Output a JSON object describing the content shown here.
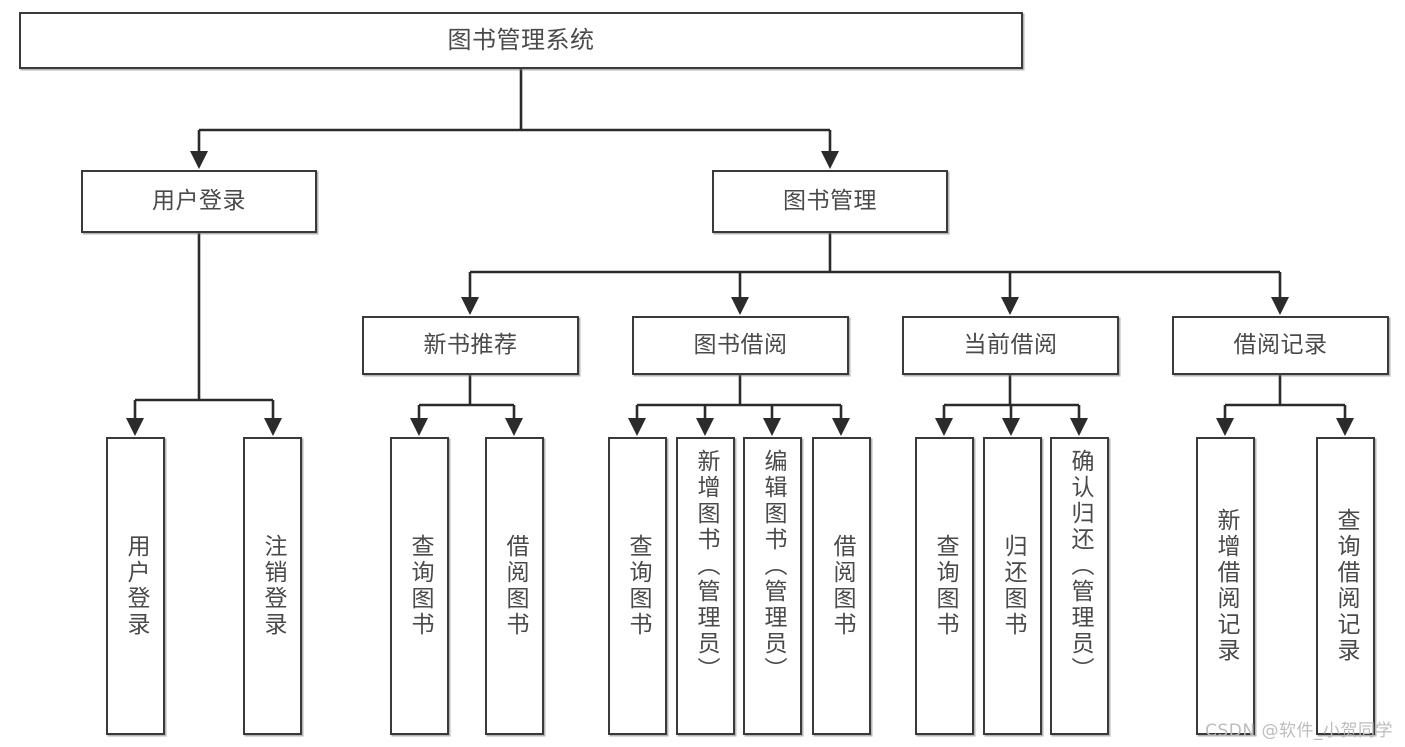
{
  "diagram": {
    "title": "图书管理系统",
    "type": "tree-hierarchy-chart",
    "colors": {
      "node_border": "#3a3a3a",
      "node_fill": "#ffffff",
      "text": "#4a4a4a",
      "edge": "#2b2b2b",
      "watermark": "#bdbdbd"
    },
    "root": {
      "label": "图书管理系统"
    },
    "level2": [
      {
        "id": "user-login",
        "label": "用户登录"
      },
      {
        "id": "book-manage",
        "label": "图书管理"
      }
    ],
    "level3": [
      {
        "id": "new-book-recommend",
        "label": "新书推荐"
      },
      {
        "id": "book-borrow",
        "label": "图书借阅"
      },
      {
        "id": "current-borrow",
        "label": "当前借阅"
      },
      {
        "id": "borrow-record",
        "label": "借阅记录"
      }
    ],
    "leaves": {
      "user_login": [
        {
          "id": "leaf-user-login",
          "label": "用户登录"
        },
        {
          "id": "leaf-logout-login",
          "label": "注销登录"
        }
      ],
      "new_book_recommend": [
        {
          "id": "leaf-query-book-1",
          "label": "查询图书"
        },
        {
          "id": "leaf-borrow-book-1",
          "label": "借阅图书"
        }
      ],
      "book_borrow": [
        {
          "id": "leaf-query-book-2",
          "label": "查询图书"
        },
        {
          "id": "leaf-add-book",
          "label": "新增图书（管理员）"
        },
        {
          "id": "leaf-edit-book",
          "label": "编辑图书（管理员）"
        },
        {
          "id": "leaf-borrow-book-2",
          "label": "借阅图书"
        }
      ],
      "current_borrow": [
        {
          "id": "leaf-query-book-3",
          "label": "查询图书"
        },
        {
          "id": "leaf-return-book",
          "label": "归还图书"
        },
        {
          "id": "leaf-confirm-return",
          "label": "确认归还（管理员）"
        }
      ],
      "borrow_record": [
        {
          "id": "leaf-add-record",
          "label": "新增借阅记录"
        },
        {
          "id": "leaf-query-record",
          "label": "查询借阅记录"
        }
      ]
    },
    "watermark": "CSDN @软件_小贺同学"
  }
}
